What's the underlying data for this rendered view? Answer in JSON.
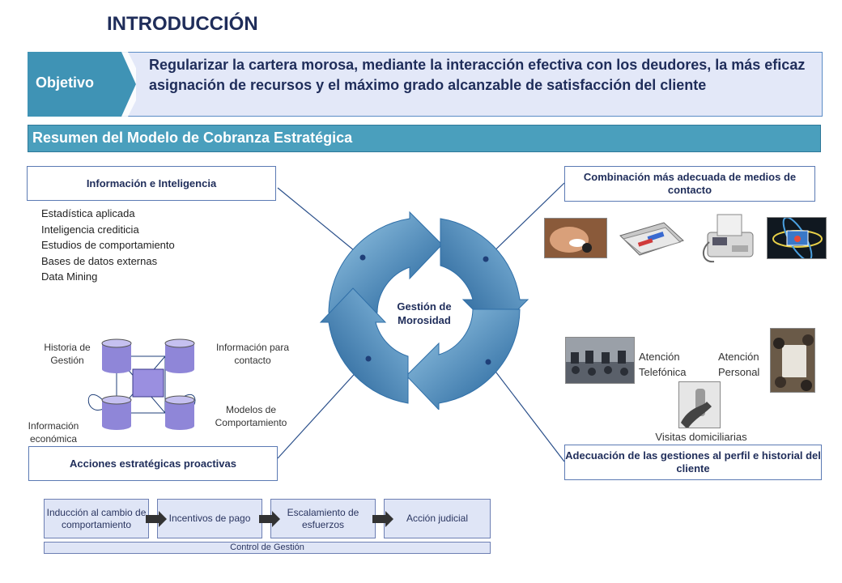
{
  "title": "INTRODUCCIÓN",
  "objetivo": {
    "label": "Objetivo",
    "text": "Regularizar la cartera morosa, mediante la interacción efectiva con los deudores, la más eficaz asignación de recursos y el máximo grado alcanzable de satisfacción del cliente"
  },
  "resumen": "Resumen del Modelo de Cobranza Estratégica",
  "center": "Gestión de Morosidad",
  "info": {
    "title": "Información e Inteligencia",
    "items": [
      "Estadística aplicada",
      "Inteligencia crediticia",
      "Estudios  de comportamiento",
      "Bases de datos externas",
      "Data Mining"
    ]
  },
  "db_diagram": {
    "historia": "Historia de Gestión",
    "contacto": "Información para contacto",
    "economica": "Información económica",
    "modelos": "Modelos de Comportamiento"
  },
  "combinacion": {
    "title": "Combinación más adecuada de medios de contacto",
    "icons": [
      "phone-call-photo",
      "letters-photo",
      "fax-photo",
      "email-photo"
    ]
  },
  "canales": {
    "telefonica": "Atención Telefónica",
    "personal": "Atención Personal",
    "visitas": "Visitas domiciliarias"
  },
  "adecuacion": "Adecuación de las gestiones al perfil e historial del cliente",
  "acciones": {
    "title": "Acciones estratégicas proactivas",
    "steps": [
      "Inducción al cambio de comportamiento",
      "Incentivos de pago",
      "Escalamiento de esfuerzos",
      "Acción judicial"
    ],
    "control": "Control de Gestión"
  },
  "colors": {
    "accent": "#4a9fbd",
    "dark_blue": "#1f2d5a",
    "band": "#e3e8f8",
    "cycle": "#2f6fa8"
  }
}
